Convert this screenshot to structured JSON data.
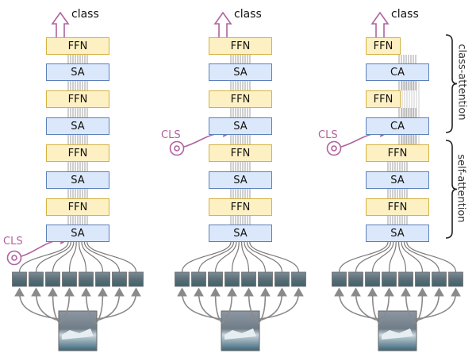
{
  "colors": {
    "ffn_fill": "#fdf0c2",
    "ffn_border": "#d3b243",
    "sa_fill": "#dbe8fb",
    "sa_border": "#5d80b8",
    "cls_accent": "#b0629f",
    "arrow_gray": "#8a8a8a",
    "patch_lines": "#777777"
  },
  "icons": {
    "class_output": "up-arrow-outline-icon",
    "cls_token": "target-circle-icon"
  },
  "output_label": "class",
  "cls_label": "CLS",
  "diagrams": [
    {
      "id": "vit",
      "blocks": [
        "FFN",
        "SA",
        "FFN",
        "SA",
        "FFN",
        "SA",
        "FFN",
        "SA"
      ],
      "cls_inserted_before_block": 7
    },
    {
      "id": "late-class-token",
      "blocks": [
        "FFN",
        "SA",
        "FFN",
        "SA",
        "FFN",
        "SA",
        "FFN",
        "SA"
      ],
      "cls_inserted_before_block": 3
    },
    {
      "id": "cait",
      "blocks": [
        "FFN",
        "CA",
        "FFN",
        "CA",
        "FFN",
        "SA",
        "FFN",
        "SA"
      ],
      "cls_inserted_before_block": 3
    }
  ],
  "braces": [
    {
      "label": "class-attention"
    },
    {
      "label": "self-attention"
    }
  ],
  "patch_count": 8
}
